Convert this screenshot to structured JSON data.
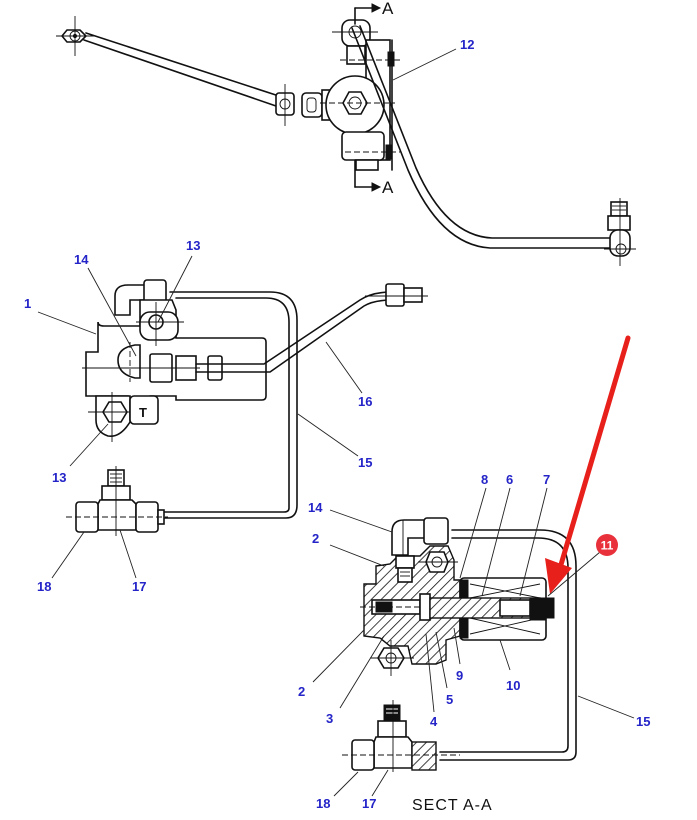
{
  "diagram": {
    "title": "SECT A-A",
    "section_marks": [
      "A",
      "A"
    ],
    "port_mark": "T",
    "colors": {
      "callout_text": "#2424c8",
      "highlight_arrow": "#e8201c",
      "highlight_badge": "#e8313a",
      "line": "#111111"
    },
    "callouts": {
      "top_view": [
        {
          "id": "c12",
          "label": "12"
        }
      ],
      "side_view": [
        {
          "id": "c1",
          "label": "1"
        },
        {
          "id": "c14a",
          "label": "14"
        },
        {
          "id": "c13a",
          "label": "13"
        },
        {
          "id": "c13b",
          "label": "13"
        },
        {
          "id": "c16",
          "label": "16"
        },
        {
          "id": "c15a",
          "label": "15"
        },
        {
          "id": "c18a",
          "label": "18"
        },
        {
          "id": "c17a",
          "label": "17"
        }
      ],
      "section_view": [
        {
          "id": "c14b",
          "label": "14"
        },
        {
          "id": "c2a",
          "label": "2"
        },
        {
          "id": "c8",
          "label": "8"
        },
        {
          "id": "c6",
          "label": "6"
        },
        {
          "id": "c7",
          "label": "7"
        },
        {
          "id": "c2b",
          "label": "2"
        },
        {
          "id": "c3",
          "label": "3"
        },
        {
          "id": "c4",
          "label": "4"
        },
        {
          "id": "c5",
          "label": "5"
        },
        {
          "id": "c9",
          "label": "9"
        },
        {
          "id": "c10",
          "label": "10"
        },
        {
          "id": "c15b",
          "label": "15"
        },
        {
          "id": "c18b",
          "label": "18"
        },
        {
          "id": "c17b",
          "label": "17"
        }
      ]
    },
    "highlight": {
      "label": "11",
      "description": "highlighted part"
    }
  }
}
